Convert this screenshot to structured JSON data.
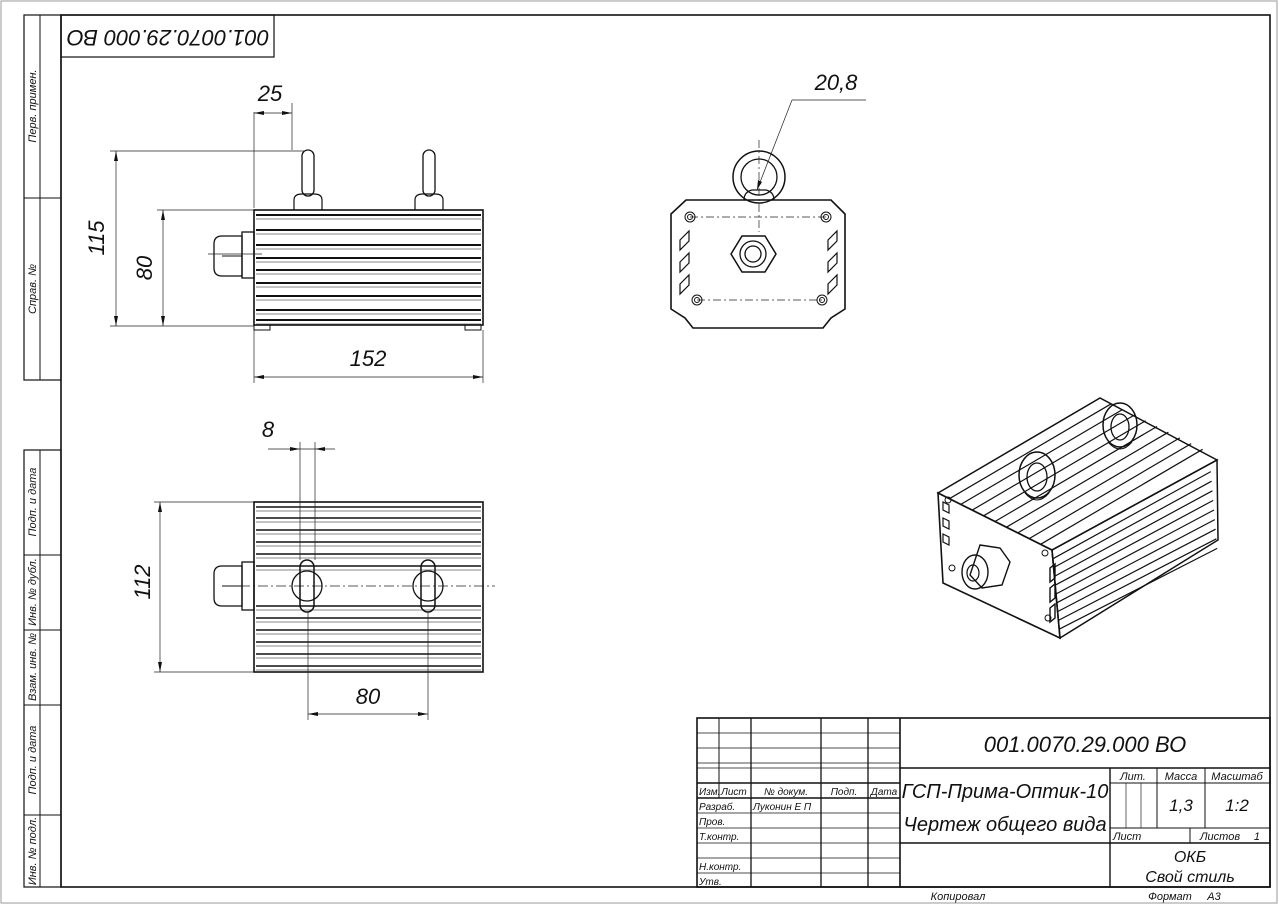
{
  "sheet": {
    "designation_rotated": "001.0070.29.000 ВО",
    "left_strip": {
      "first_use": "Перв. примен.",
      "reference_no": "Справ. №",
      "sign_date_1": "Подп. и дата",
      "dup_inv_no": "Инв. № дубл.",
      "repl_inv_no": "Взам. инв. №",
      "sign_date_2": "Подп. и дата",
      "orig_inv_no": "Инв. № подл."
    }
  },
  "dimensions": {
    "side_view": {
      "width_eyebolt_offset": "25",
      "overall_height": "115",
      "body_height": "80",
      "length": "152"
    },
    "front_view": {
      "eyebolt_diameter": "20,8"
    },
    "top_view": {
      "slot_width": "8",
      "width": "112",
      "eyebolt_spacing": "80"
    }
  },
  "title_block": {
    "designation": "001.0070.29.000 ВО",
    "product_name": "ГСП-Прима-Оптик-10",
    "document_name": "Чертеж общего вида",
    "headers": {
      "change": "Изм.",
      "sheet": "Лист",
      "doc_no": "№ докум.",
      "signature": "Подп.",
      "date": "Дата"
    },
    "roles": {
      "developed": "Разраб.",
      "checked": "Пров.",
      "tech_control": "Т.контр.",
      "norm_control": "Н.контр.",
      "approved": "Утв."
    },
    "developer_name": "Луконин Е П",
    "lit_label": "Лит.",
    "mass_label": "Масса",
    "scale_label": "Масштаб",
    "mass": "1,3",
    "scale": "1:2",
    "sheet_label": "Лист",
    "sheets_label": "Листов",
    "sheets_count": "1",
    "organization": "ОКБ",
    "organization_sub": "Свой стиль",
    "copied_label": "Копировал",
    "format_label": "Формат",
    "format": "А3"
  }
}
